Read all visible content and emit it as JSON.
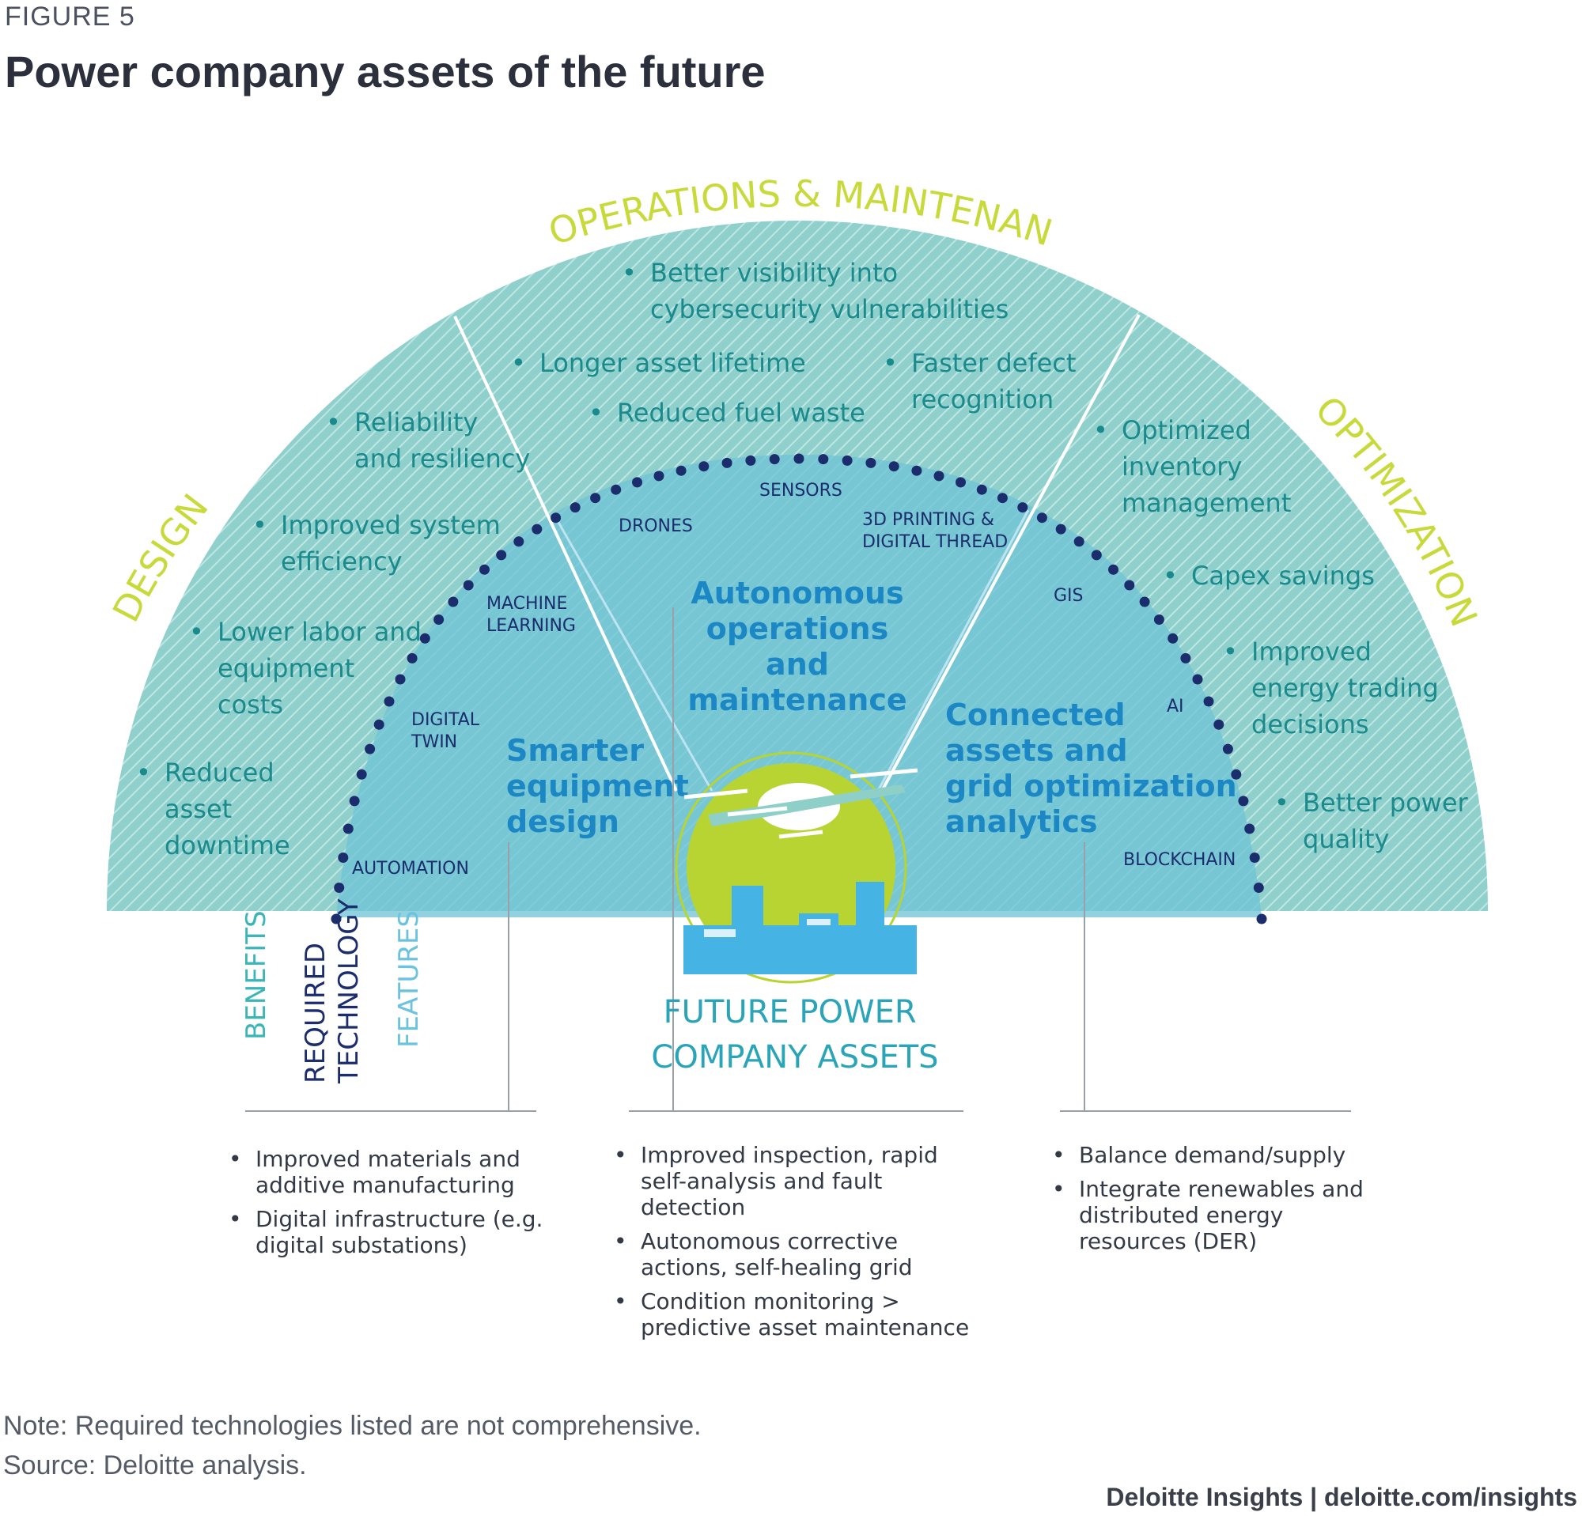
{
  "figure_label": "FIGURE 5",
  "title": "Power company assets of the future",
  "categories": {
    "design": "DESIGN",
    "operations": "OPERATIONS & MAINTENANCE",
    "optimization": "OPTIMIZATION"
  },
  "benefits": {
    "design": [
      [
        "Reliability",
        "and resiliency"
      ],
      [
        "Improved system",
        "efficiency"
      ],
      [
        "Lower labor and",
        "equipment",
        "costs"
      ],
      [
        "Reduced",
        "asset",
        "downtime"
      ]
    ],
    "operations": [
      [
        "Better visibility into",
        "cybersecurity vulnerabilities"
      ],
      [
        "Longer asset lifetime"
      ],
      [
        "Reduced fuel waste"
      ],
      [
        "Faster defect",
        "recognition"
      ]
    ],
    "optimization": [
      [
        "Optimized",
        "inventory",
        "management"
      ],
      [
        "Capex savings"
      ],
      [
        "Improved",
        "energy trading",
        "decisions"
      ],
      [
        "Better power",
        "quality"
      ]
    ]
  },
  "technologies": [
    [
      "AUTOMATION"
    ],
    [
      "DIGITAL",
      "TWIN"
    ],
    [
      "MACHINE",
      "LEARNING"
    ],
    [
      "DRONES"
    ],
    [
      "SENSORS"
    ],
    [
      "3D PRINTING &",
      "DIGITAL THREAD"
    ],
    [
      "GIS"
    ],
    [
      "AI"
    ],
    [
      "BLOCKCHAIN"
    ]
  ],
  "features": {
    "design": [
      "Smarter",
      "equipment",
      "design"
    ],
    "operations": [
      "Autonomous",
      "operations",
      "and",
      "maintenance"
    ],
    "optimization": [
      "Connected",
      "assets and",
      "grid optimization",
      "analytics"
    ]
  },
  "legend": {
    "benefits": "BENEFITS",
    "required_technology": [
      "REQUIRED",
      "TECHNOLOGY"
    ],
    "features": "FEATURES"
  },
  "legend_colors": {
    "benefits": "#3ab5b8",
    "required_technology": "#1c2d6e",
    "features": "#6cc3e0"
  },
  "center_label": [
    "FUTURE POWER",
    "COMPANY ASSETS"
  ],
  "details": {
    "design": [
      [
        "Improved materials and",
        "additive manufacturing"
      ],
      [
        "Digital infrastructure (e.g.",
        "digital substations)"
      ]
    ],
    "operations": [
      [
        "Improved inspection, rapid",
        "self-analysis and fault",
        "detection"
      ],
      [
        "Autonomous corrective",
        "actions, self-healing grid"
      ],
      [
        "Condition monitoring >",
        "predictive asset maintenance"
      ]
    ],
    "optimization": [
      [
        "Balance demand/supply"
      ],
      [
        "Integrate renewables and",
        "distributed energy",
        "resources (DER)"
      ]
    ]
  },
  "note": "Note: Required technologies listed are not comprehensive.",
  "source": "Source: Deloitte analysis.",
  "footer": "Deloitte Insights | deloitte.com/insights",
  "colors": {
    "outer_band": "#8fd0cc",
    "inner_dome": "#6ec3d6",
    "category_text": "#c8d93a",
    "benefit_text": "#1a8a8c",
    "tech_text": "#1c2d6e",
    "feature_text": "#1b87c4",
    "dots": "#1c2d6e",
    "sun": "#b8d432",
    "city": "#45b4e4"
  }
}
